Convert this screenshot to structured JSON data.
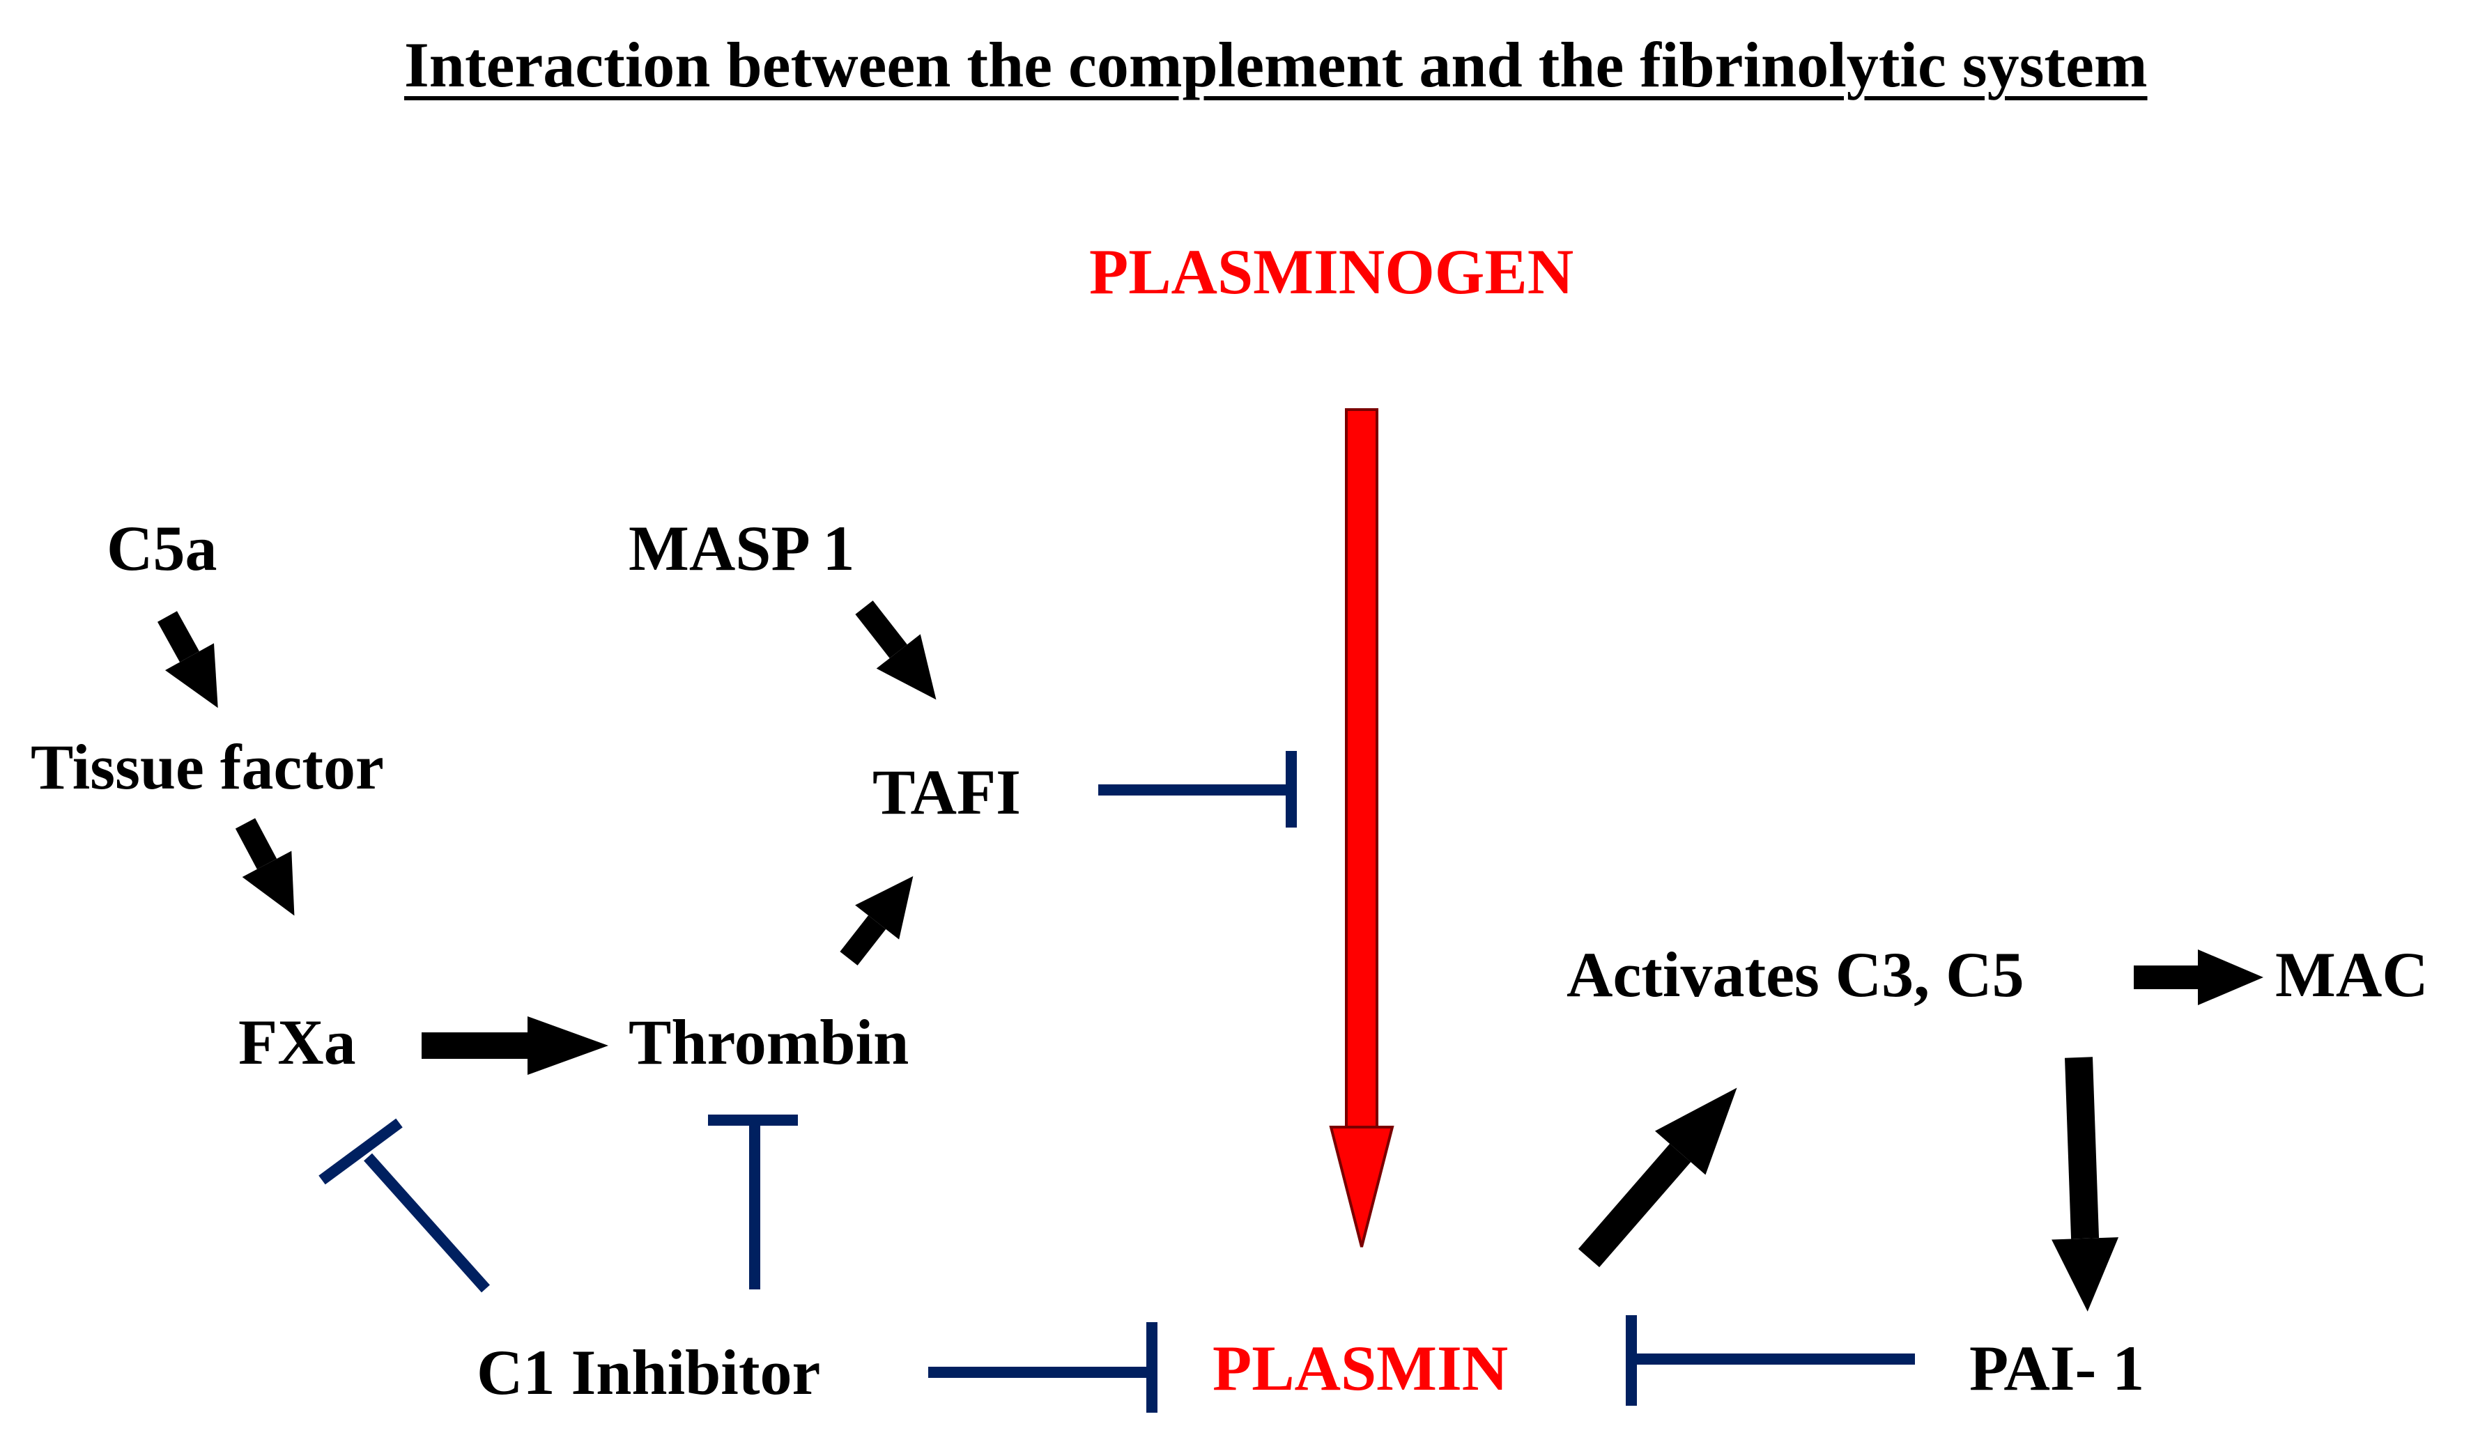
{
  "title": "Interaction between the complement and the fibrinolytic system",
  "colors": {
    "activation_arrow": "#000000",
    "inhibition": "#002060",
    "plasmin_pathway": "#ff0000",
    "text_default": "#000000",
    "text_highlight": "#ff0000"
  },
  "nodes": {
    "plasminogen": "PLASMINOGEN",
    "c5a": "C5a",
    "masp1": "MASP 1",
    "tissue_factor": "Tissue  factor",
    "tafi": "TAFI",
    "fxa": "FXa",
    "thrombin": "Thrombin",
    "activates_c3_c5": "Activates C3, C5",
    "mac": "MAC",
    "c1_inhibitor": "C1 Inhibitor",
    "plasmin": "PLASMIN",
    "pai1": "PAI- 1"
  },
  "edges": [
    {
      "from": "C5a",
      "to": "Tissue factor",
      "kind": "activation"
    },
    {
      "from": "Tissue factor",
      "to": "FXa",
      "kind": "activation"
    },
    {
      "from": "MASP 1",
      "to": "TAFI",
      "kind": "activation"
    },
    {
      "from": "Thrombin",
      "to": "TAFI",
      "kind": "activation"
    },
    {
      "from": "FXa",
      "to": "Thrombin",
      "kind": "activation"
    },
    {
      "from": "TAFI",
      "to": "PLASMINOGEN→PLASMIN",
      "kind": "inhibition"
    },
    {
      "from": "PLASMINOGEN",
      "to": "PLASMIN",
      "kind": "conversion"
    },
    {
      "from": "PLASMIN",
      "to": "Activates C3, C5",
      "kind": "activation"
    },
    {
      "from": "Activates C3, C5",
      "to": "MAC",
      "kind": "activation"
    },
    {
      "from": "Activates C3, C5",
      "to": "PAI- 1",
      "kind": "activation"
    },
    {
      "from": "PAI- 1",
      "to": "PLASMIN",
      "kind": "inhibition"
    },
    {
      "from": "C1 Inhibitor",
      "to": "PLASMIN",
      "kind": "inhibition"
    },
    {
      "from": "C1 Inhibitor",
      "to": "FXa",
      "kind": "inhibition"
    },
    {
      "from": "C1 Inhibitor",
      "to": "Thrombin",
      "kind": "inhibition"
    }
  ]
}
